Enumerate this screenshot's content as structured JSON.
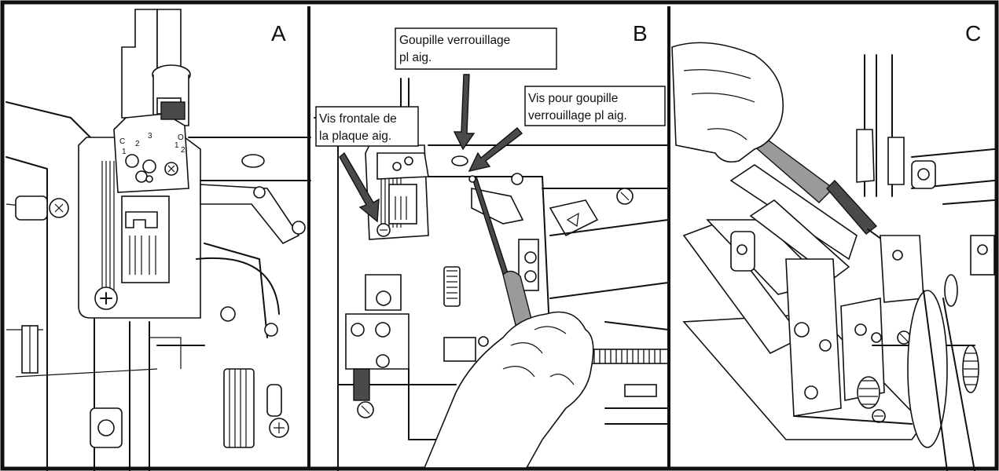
{
  "panels": [
    {
      "letter": "A"
    },
    {
      "letter": "B"
    },
    {
      "letter": "C"
    }
  ],
  "callouts": {
    "needle_plate_lock_pin": {
      "line1": "Goupille verrouillage",
      "line2": "pl aig."
    },
    "front_screw": {
      "line1": "Vis frontale de",
      "line2": "la plaque aig."
    },
    "lock_pin_screw": {
      "line1": "Vis pour goupille",
      "line2": "verrouillage pl aig."
    }
  },
  "stitch_plate_marks": {
    "c": "C",
    "n1": "1",
    "n2": "2",
    "n3": "3",
    "o": "O",
    "n1b": "1",
    "n2b": "2"
  }
}
